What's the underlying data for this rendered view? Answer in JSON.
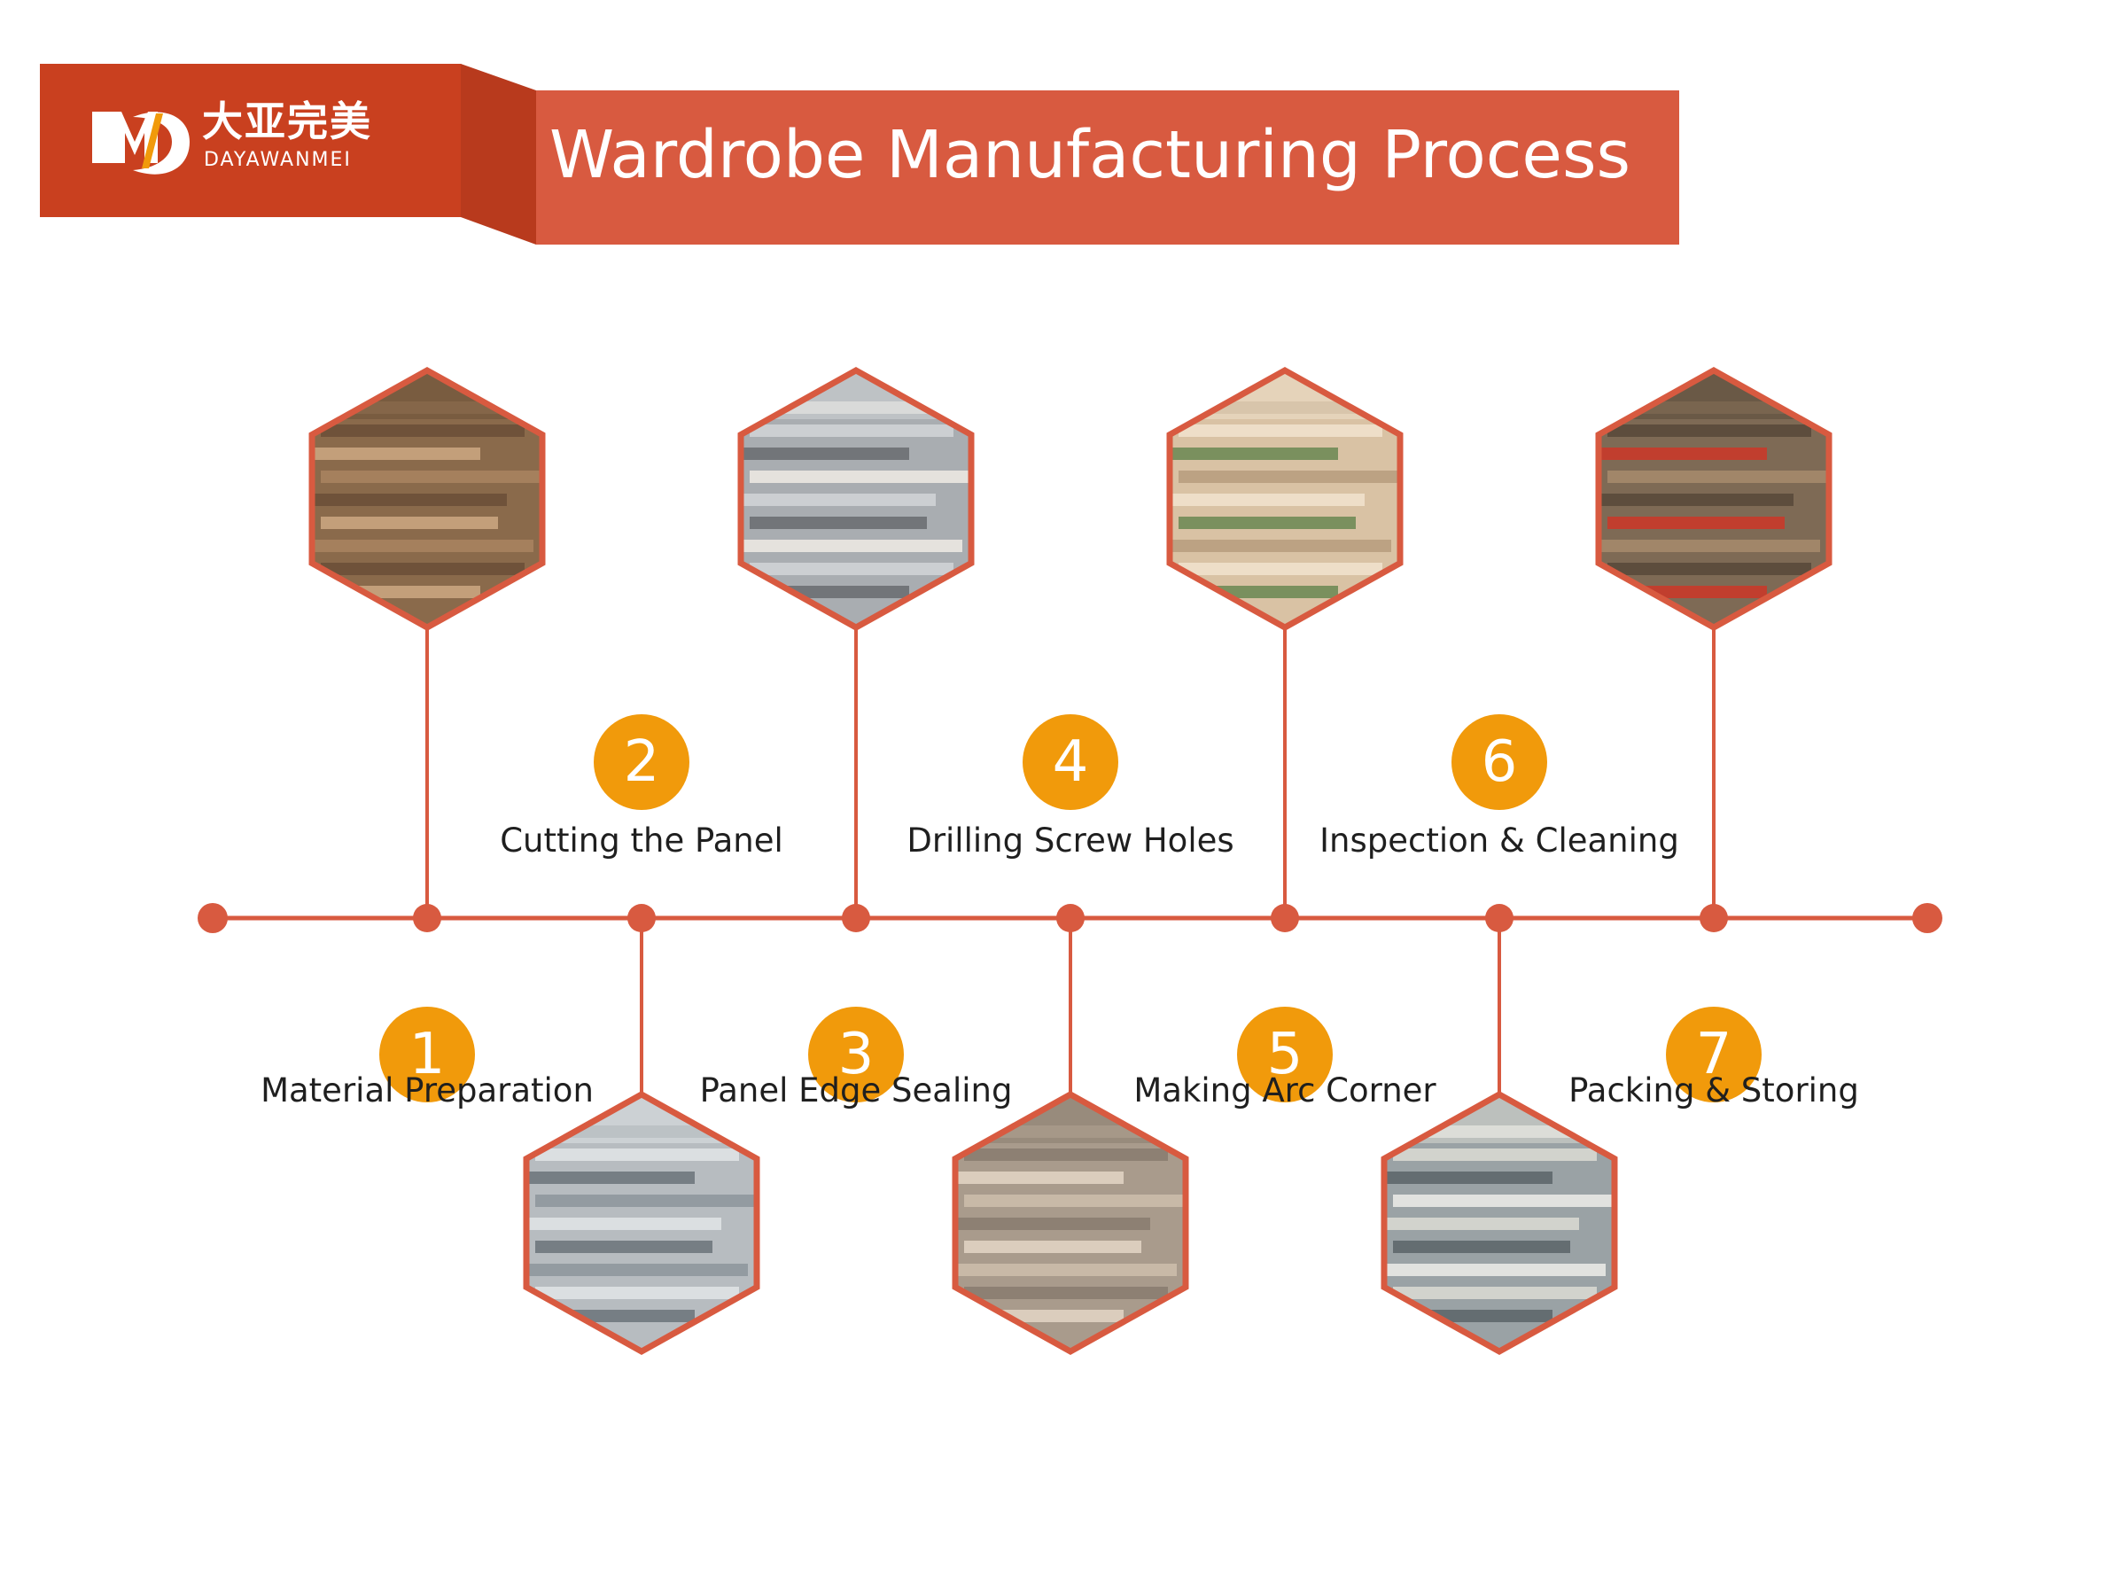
{
  "brand": {
    "name_cn": "大亚完美",
    "name_en": "DAYAWANMEI",
    "logo_icon": "md-monogram-logo"
  },
  "title": "Wardrobe Manufacturing Process",
  "colors": {
    "banner_left": "#c9401f",
    "banner_main": "#d85a40",
    "banner_fold": "#b83a1d",
    "line": "#d85a40",
    "badge": "#f19a0b"
  },
  "steps": [
    {
      "number": "1",
      "label": "Material Preparation",
      "photo": "stacked-particle-boards-photo",
      "position": "below"
    },
    {
      "number": "2",
      "label": "Cutting the Panel",
      "photo": "panel-saw-machine-photo",
      "position": "above"
    },
    {
      "number": "3",
      "label": "Panel Edge Sealing",
      "photo": "edge-banding-machine-photo",
      "position": "below"
    },
    {
      "number": "4",
      "label": "Drilling Screw Holes",
      "photo": "drilled-panels-photo",
      "position": "above"
    },
    {
      "number": "5",
      "label": "Making Arc Corner",
      "photo": "arc-corner-panel-photo",
      "position": "below"
    },
    {
      "number": "6",
      "label": "Inspection & Cleaning",
      "photo": "inspection-workshop-photo",
      "position": "above"
    },
    {
      "number": "7",
      "label": "Packing & Storing",
      "photo": "storage-racks-photo",
      "position": "below"
    }
  ]
}
